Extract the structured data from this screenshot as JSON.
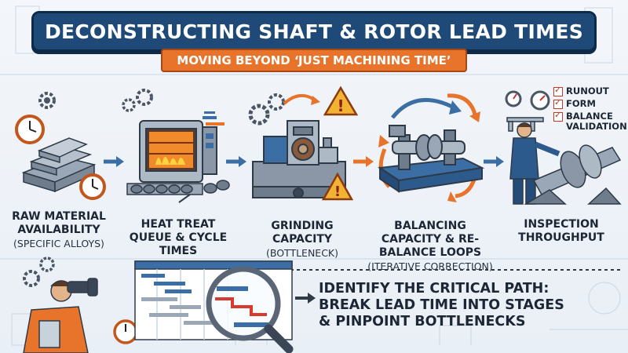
{
  "title": "DECONSTRUCTING SHAFT & ROTOR LEAD TIMES",
  "subtitle": "MOVING BEYOND ‘JUST MACHINING TIME’",
  "stages": [
    {
      "label": "RAW MATERIAL AVAILABILITY",
      "sub": "(SPECIFIC ALLOYS)"
    },
    {
      "label": "HEAT TREAT QUEUE & CYCLE TIMES",
      "sub": ""
    },
    {
      "label": "GRINDING CAPACITY",
      "sub": "(BOTTLENECK)"
    },
    {
      "label": "BALANCING CAPACITY & RE-BALANCE LOOPS",
      "sub": "(ITERATIVE CORRECTION)"
    },
    {
      "label": "INSPECTION THROUGHPUT",
      "sub": ""
    }
  ],
  "inspection_checks": [
    "RUNOUT",
    "FORM",
    "BALANCE VALIDATION"
  ],
  "conclusion": {
    "line1": "IDENTIFY THE CRITICAL PATH:",
    "line2": "BREAK LEAD TIME INTO STAGES",
    "line3": "& PINPOINT BOTTLENECKS"
  },
  "colors": {
    "title_bg": "#1f4a78",
    "subtitle_bg": "#e8742b",
    "arrow": "#3a6ea5",
    "accent_orange": "#e8742b",
    "warning": "#f2b233",
    "critical_path": "#d63b2f"
  }
}
